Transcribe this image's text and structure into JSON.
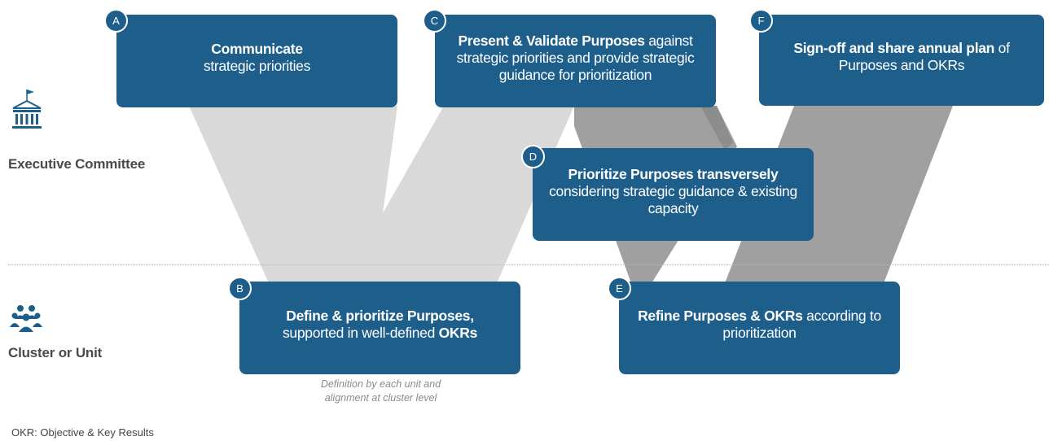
{
  "roles": {
    "executive": {
      "label": "Executive Committee",
      "icon": "government-building-icon"
    },
    "cluster": {
      "label": "Cluster or Unit",
      "icon": "people-group-icon"
    }
  },
  "steps": {
    "A": {
      "badge": "A",
      "bold": "Communicate",
      "rest": "strategic priorities"
    },
    "B": {
      "badge": "B",
      "bold": "Define & prioritize Purposes,",
      "middle": "supported in well-defined ",
      "bold2": "OKRs"
    },
    "C": {
      "badge": "C",
      "bold": "Present & Validate Purposes",
      "rest": " against strategic priorities and provide strategic guidance for prioritization"
    },
    "D": {
      "badge": "D",
      "bold": "Prioritize Purposes transversely",
      "rest": "considering strategic guidance & existing capacity"
    },
    "E": {
      "badge": "E",
      "bold": "Refine Purposes & OKRs",
      "rest": " according to prioritization"
    },
    "F": {
      "badge": "F",
      "bold": "Sign-off and share annual plan",
      "rest": " of Purposes and OKRs"
    }
  },
  "note": {
    "line1": "Definition by each unit and",
    "line2": "alignment at cluster level"
  },
  "footnote": "OKR: Objective & Key Results",
  "colors": {
    "box": "#1d5e8b",
    "light_band": "#d9d9d9",
    "dark_band": "#a0a0a0",
    "dark_band_shade": "#8d8d8d",
    "text_gray": "#4a4a4a"
  }
}
